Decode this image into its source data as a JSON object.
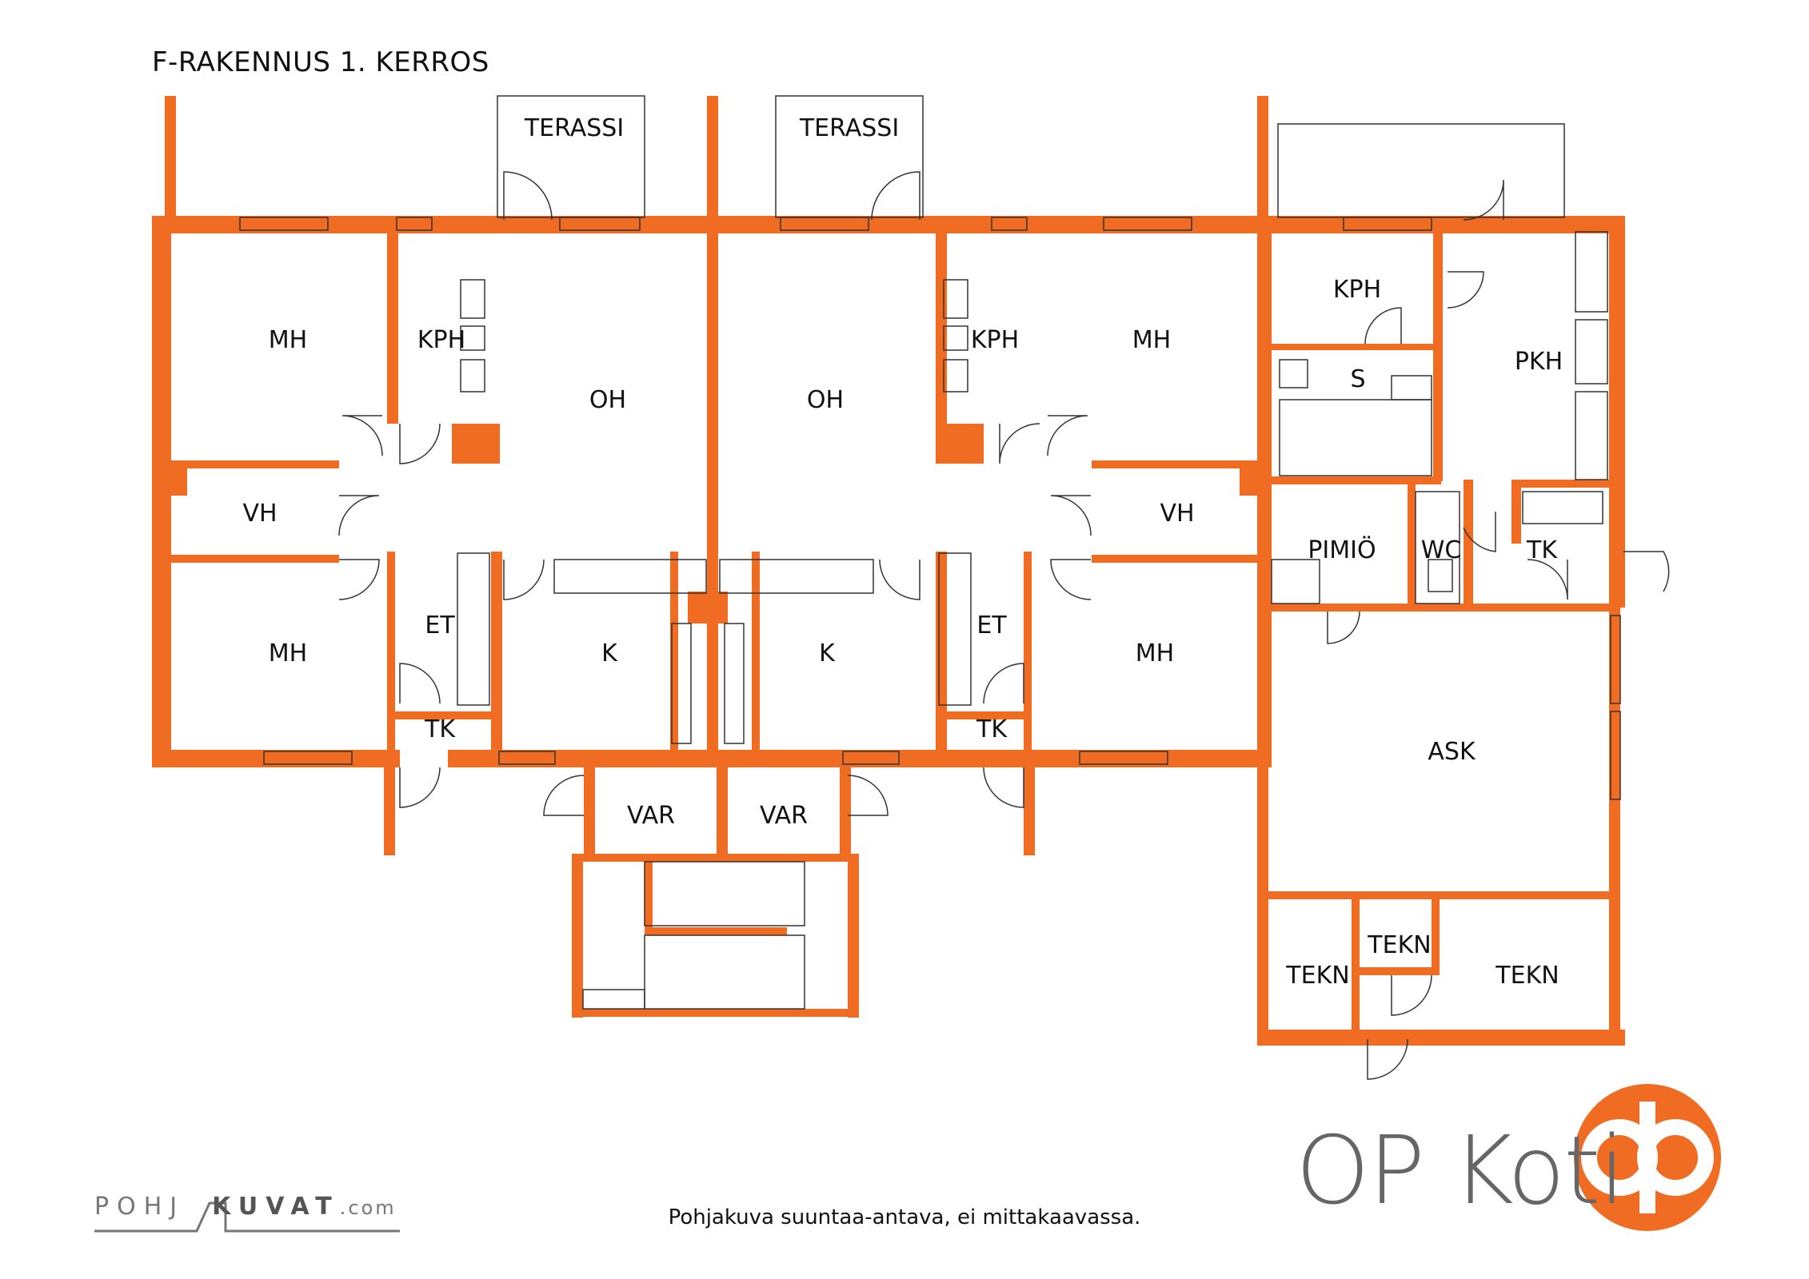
{
  "title": "F-RAKENNUS 1. KERROS",
  "note": "Pohjakuva suuntaa-antava, ei mittakaavassa.",
  "colors": {
    "wall": "#EF6C22",
    "line": "#333333",
    "text": "#111111",
    "logo_grey": "#666666"
  },
  "rooms": {
    "terassi_left": "TERASSI",
    "terassi_right": "TERASSI",
    "mh_tl": "MH",
    "kph_l": "KPH",
    "oh_l": "OH",
    "oh_r": "OH",
    "kph_r": "KPH",
    "mh_tr": "MH",
    "vh_l": "VH",
    "vh_r": "VH",
    "mh_bl": "MH",
    "et_l": "ET",
    "k_l": "K",
    "k_r": "K",
    "et_r": "ET",
    "mh_br": "MH",
    "tk_l": "TK",
    "tk_r": "TK",
    "var_l": "VAR",
    "var_r": "VAR",
    "kph_office": "KPH",
    "s": "S",
    "pkh": "PKH",
    "pimio": "PIMIÖ",
    "wc": "WC",
    "tk_office": "TK",
    "ask": "ASK",
    "tekn_l": "TEKN",
    "tekn_m": "TEKN",
    "tekn_r": "TEKN"
  },
  "logo": {
    "text": "OP Koti",
    "icon": "op-logo-icon"
  },
  "credit": {
    "part1": "POHJ",
    "part2": "KUVAT",
    "suffix": ".com"
  }
}
